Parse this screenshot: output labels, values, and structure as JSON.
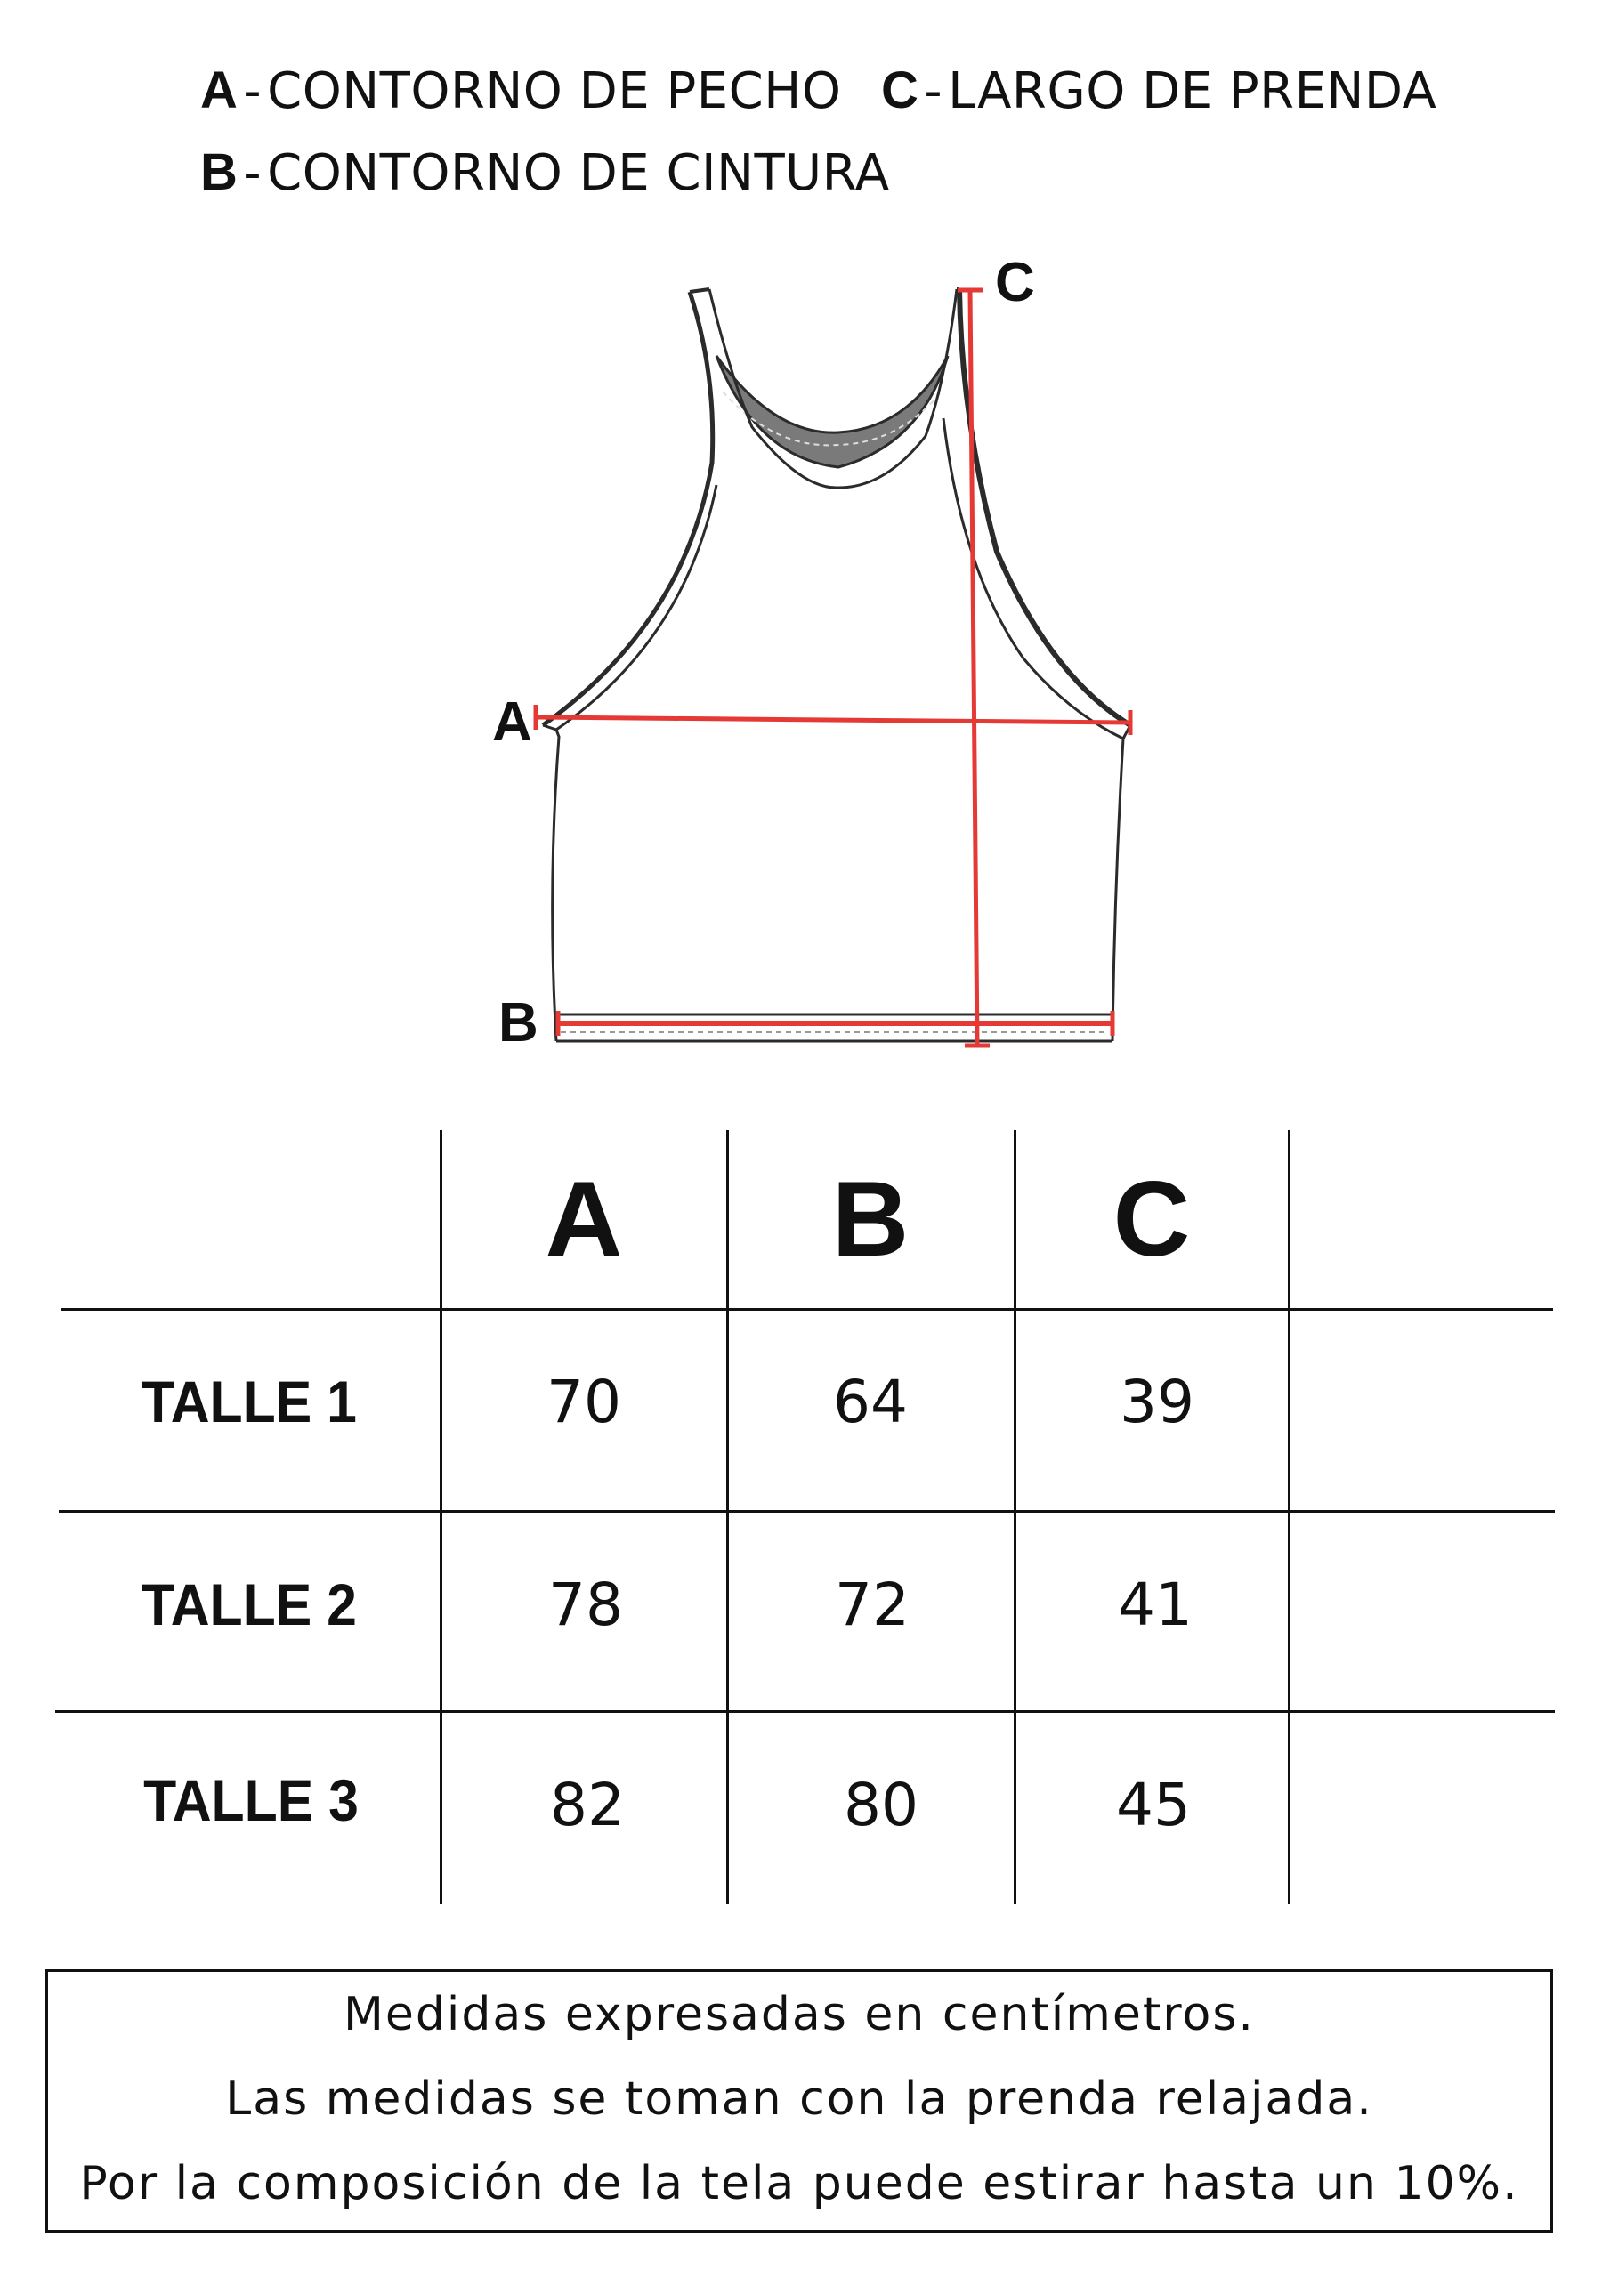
{
  "legend": {
    "a": {
      "key": "A",
      "label": "CONTORNO DE PECHO"
    },
    "b": {
      "key": "B",
      "label": "CONTORNO DE CINTURA"
    },
    "c": {
      "key": "C",
      "label": "LARGO DE PRENDA"
    },
    "separator": "-"
  },
  "diagram": {
    "label_a": "A",
    "label_b": "B",
    "label_c": "C",
    "measure_color": "#e53935",
    "outline_color": "#2b2b2b",
    "neck_fill_color": "#7a7a7a"
  },
  "table": {
    "headers": [
      "A",
      "B",
      "C"
    ],
    "rows": [
      {
        "label": "TALLE 1",
        "values": [
          "70",
          "64",
          "39"
        ]
      },
      {
        "label": "TALLE 2",
        "values": [
          "78",
          "72",
          "41"
        ]
      },
      {
        "label": "TALLE 3",
        "values": [
          "82",
          "80",
          "45"
        ]
      }
    ]
  },
  "notes": [
    "Medidas expresadas en centímetros.",
    "Las medidas se toman con la prenda relajada.",
    "Por la composición de la tela puede estirar hasta un 10%."
  ]
}
